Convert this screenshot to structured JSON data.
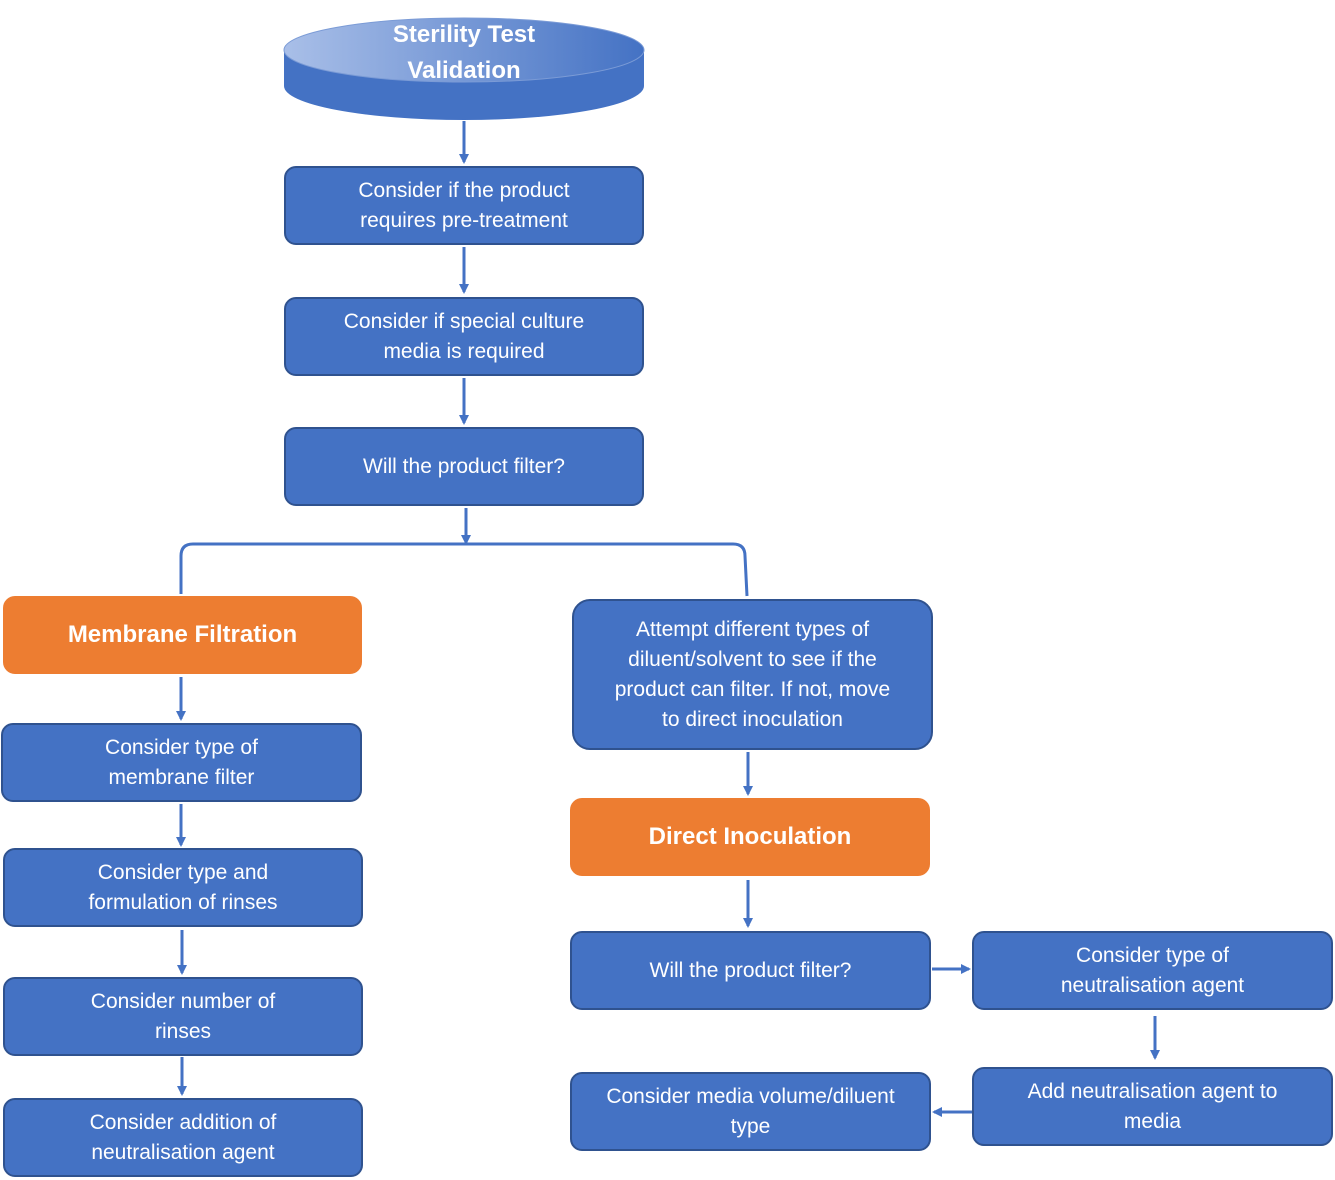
{
  "start": {
    "label": "Sterility Test\nValidation"
  },
  "steps": {
    "pretreatment": "Consider if the product\nrequires pre-treatment",
    "culture_media": "Consider if special culture\nmedia is required",
    "filter_question": "Will the product filter?",
    "attempt_diluent": "Attempt different types of\ndiluent/solvent to see if the\nproduct can filter. If not, move\nto direct inoculation"
  },
  "membrane_filtration": {
    "title": "Membrane Filtration",
    "steps": [
      "Consider type of\nmembrane filter",
      "Consider type and\nformulation of rinses",
      "Consider number of\nrinses",
      "Consider addition of\nneutralisation agent"
    ]
  },
  "direct_inoculation": {
    "title": "Direct Inoculation",
    "filter_question": "Will the product filter?",
    "neutralisation_type": "Consider type of\nneutralisation agent",
    "add_neutralisation": "Add neutralisation agent to\nmedia",
    "media_volume": "Consider media volume/diluent\ntype"
  },
  "colors": {
    "box_fill": "#4472c4",
    "box_border": "#2f528f",
    "highlight": "#ed7d31",
    "connector": "#4472c4"
  }
}
